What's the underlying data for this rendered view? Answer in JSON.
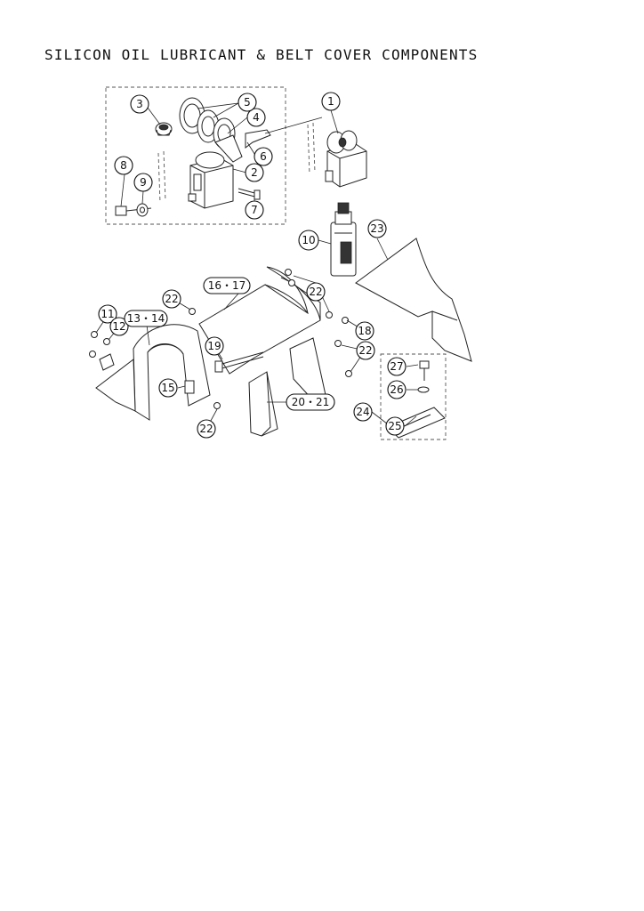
{
  "title": "SILICON OIL LUBRICANT & BELT COVER COMPONENTS",
  "callouts": {
    "c1": "1",
    "c2": "2",
    "c3": "3",
    "c4": "4",
    "c5": "5",
    "c6": "6",
    "c7": "7",
    "c8": "8",
    "c9": "9",
    "c10": "10",
    "c11": "11",
    "c12": "12",
    "c13_14": "13・14",
    "c15": "15",
    "c16_17": "16・17",
    "c18": "18",
    "c19": "19",
    "c20_21": "20・21",
    "c22": "22",
    "c23": "23",
    "c24": "24",
    "c25": "25",
    "c26": "26",
    "c27": "27"
  }
}
